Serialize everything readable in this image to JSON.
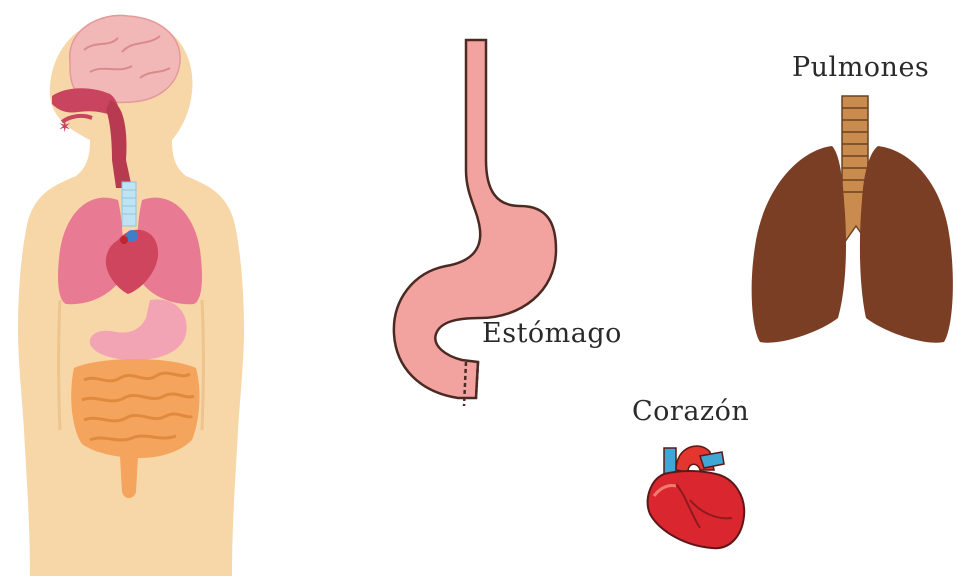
{
  "labels": {
    "stomach": "Estómago",
    "heart": "Corazón",
    "lungs": "Pulmones"
  },
  "colors": {
    "skin": "#F7D7A8",
    "brain": "#F2B7B7",
    "lung_pink": "#E97A93",
    "stomach": "#F2A3A0",
    "intestine": "#F4A45C",
    "lung_brown": "#7A3E25",
    "trachea": "#C98B4E",
    "heart_red": "#D9262F",
    "heart_blue": "#3FA7D6"
  }
}
